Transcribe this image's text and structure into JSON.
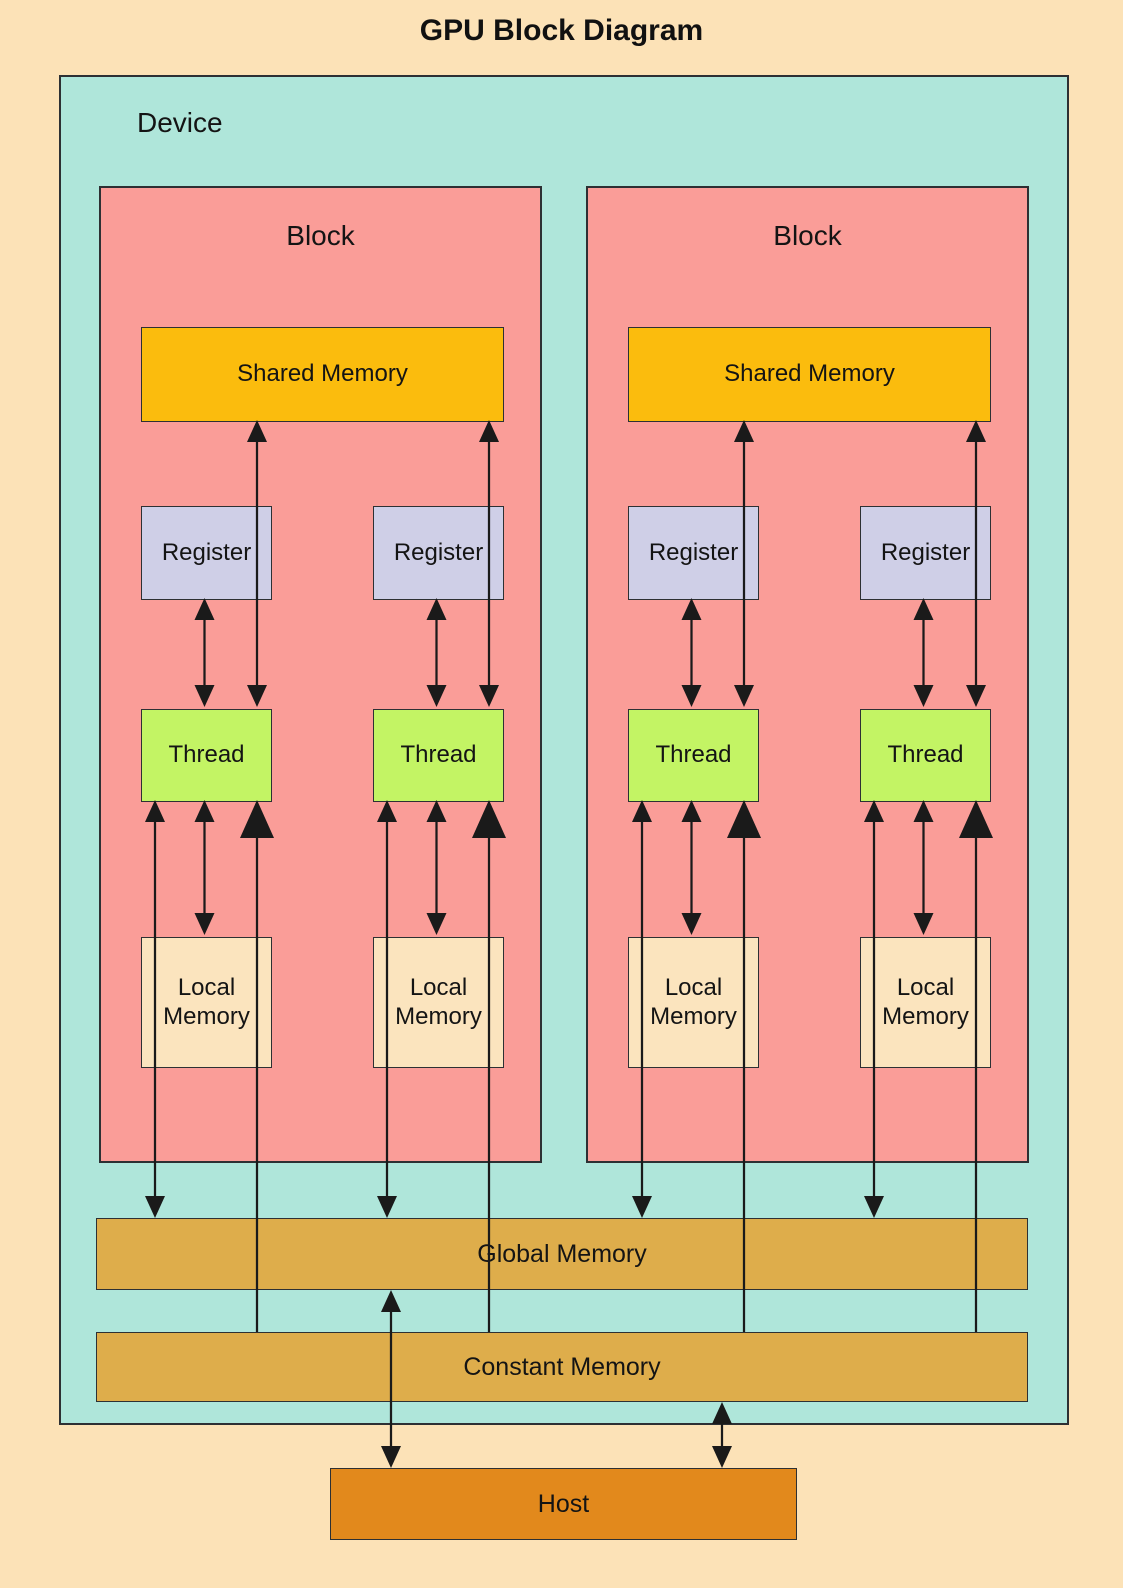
{
  "title": "GPU Block Diagram",
  "device": {
    "label": "Device"
  },
  "blocks": [
    {
      "label": "Block",
      "shared_memory": "Shared Memory",
      "registers": [
        "Register",
        "Register"
      ],
      "threads": [
        "Thread",
        "Thread"
      ],
      "local_memories": [
        "Local Memory",
        "Local Memory"
      ]
    },
    {
      "label": "Block",
      "shared_memory": "Shared Memory",
      "registers": [
        "Register",
        "Register"
      ],
      "threads": [
        "Thread",
        "Thread"
      ],
      "local_memories": [
        "Local Memory",
        "Local Memory"
      ]
    }
  ],
  "global_memory": {
    "label": "Global Memory"
  },
  "constant_memory": {
    "label": "Constant Memory"
  },
  "host": {
    "label": "Host"
  },
  "palette": {
    "background": "#FCE2B7",
    "device": "#AFE6DA",
    "block": "#FA9D98",
    "shared": "#FBBC0D",
    "register": "#CFCFE7",
    "thread": "#C3F464",
    "local": "#FBE4BE",
    "band": "#DEAD4B",
    "host": "#E2891C",
    "border": "#2D3033",
    "arrow": "#1A1A1A"
  },
  "connections": [
    {
      "block": 0,
      "col": 0,
      "from": "register",
      "to": "thread",
      "style": "bidirectional"
    },
    {
      "block": 0,
      "col": 0,
      "from": "thread",
      "to": "shared_memory",
      "style": "bidirectional"
    },
    {
      "block": 0,
      "col": 0,
      "from": "thread",
      "to": "local_memory",
      "style": "bidirectional"
    },
    {
      "block": 0,
      "col": 0,
      "from": "thread",
      "to": "global_memory",
      "style": "bidirectional"
    },
    {
      "block": 0,
      "col": 0,
      "from": "constant_memory",
      "to": "thread",
      "style": "one_way_emphasized"
    },
    {
      "block": 0,
      "col": 1,
      "from": "register",
      "to": "thread",
      "style": "bidirectional"
    },
    {
      "block": 0,
      "col": 1,
      "from": "thread",
      "to": "shared_memory",
      "style": "bidirectional"
    },
    {
      "block": 0,
      "col": 1,
      "from": "thread",
      "to": "local_memory",
      "style": "bidirectional"
    },
    {
      "block": 0,
      "col": 1,
      "from": "thread",
      "to": "global_memory",
      "style": "bidirectional"
    },
    {
      "block": 0,
      "col": 1,
      "from": "constant_memory",
      "to": "thread",
      "style": "one_way_emphasized"
    },
    {
      "block": 1,
      "col": 0,
      "from": "register",
      "to": "thread",
      "style": "bidirectional"
    },
    {
      "block": 1,
      "col": 0,
      "from": "thread",
      "to": "shared_memory",
      "style": "bidirectional"
    },
    {
      "block": 1,
      "col": 0,
      "from": "thread",
      "to": "local_memory",
      "style": "bidirectional"
    },
    {
      "block": 1,
      "col": 0,
      "from": "thread",
      "to": "global_memory",
      "style": "bidirectional"
    },
    {
      "block": 1,
      "col": 0,
      "from": "constant_memory",
      "to": "thread",
      "style": "one_way_emphasized"
    },
    {
      "block": 1,
      "col": 1,
      "from": "register",
      "to": "thread",
      "style": "bidirectional"
    },
    {
      "block": 1,
      "col": 1,
      "from": "thread",
      "to": "shared_memory",
      "style": "bidirectional"
    },
    {
      "block": 1,
      "col": 1,
      "from": "thread",
      "to": "local_memory",
      "style": "bidirectional"
    },
    {
      "block": 1,
      "col": 1,
      "from": "thread",
      "to": "global_memory",
      "style": "bidirectional"
    },
    {
      "block": 1,
      "col": 1,
      "from": "constant_memory",
      "to": "thread",
      "style": "one_way_emphasized"
    },
    {
      "from": "global_memory",
      "to": "host",
      "style": "bidirectional"
    },
    {
      "from": "constant_memory",
      "to": "host",
      "style": "bidirectional"
    }
  ]
}
